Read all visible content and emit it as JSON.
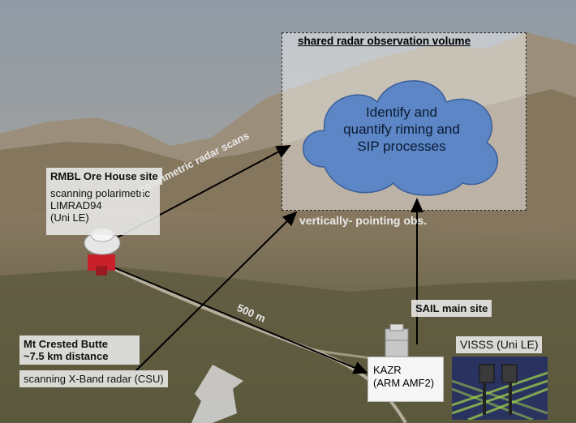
{
  "volume": {
    "title": "shared radar observation volume"
  },
  "cloud": {
    "line1": "Identify and",
    "line2": "quantify riming and",
    "line3": "SIP processes"
  },
  "rmbl": {
    "title": "RMBL Ore House site",
    "line1": "scanning polarimetric",
    "line2": "LIMRAD94",
    "line3": "(Uni LE)"
  },
  "scan_label": "polarimetric radar scans",
  "vertical_label": "vertically- pointing obs.",
  "distance_label": "500 m",
  "sail": {
    "label": "SAIL main site"
  },
  "crested": {
    "title_line1": "Mt Crested Butte",
    "title_line2": "~7.5 km distance",
    "subtitle": "scanning X-Band radar (CSU)"
  },
  "kazr": {
    "line1": "KAZR",
    "line2": "(ARM AMF2)"
  },
  "visss": {
    "label": "VISSS (Uni LE)"
  }
}
